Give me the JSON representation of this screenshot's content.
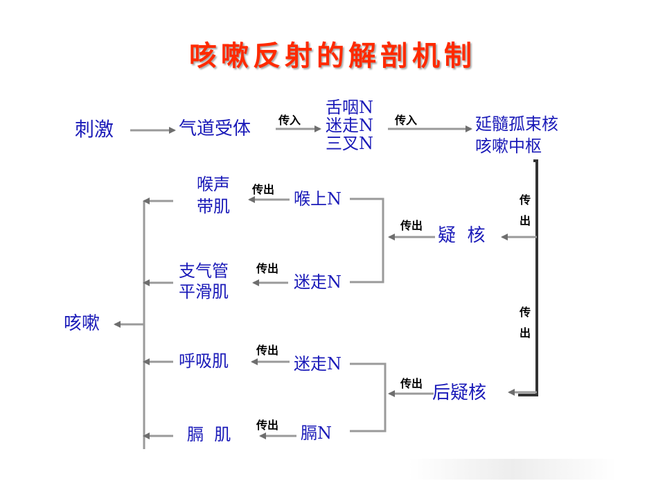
{
  "title": "咳嗽反射的解剖机制",
  "colors": {
    "title": "#ff2a00",
    "node": "#1a1ab8",
    "arrow": "#a0a0a0"
  },
  "nodes": {
    "stimulus": "刺激",
    "airway_receptor": "气道受体",
    "afferent_nerves": "舌咽N\n迷走N\n三叉N",
    "center": "延髓孤束核\n咳嗽中枢",
    "nucleus_ambiguus": "疑  核",
    "retro_ambiguus": "后疑核",
    "sup_laryngeal_n": "喉上N",
    "vagus_n_1": "迷走N",
    "vagus_n_2": "迷走N",
    "phrenic_n": "膈N",
    "vocal_muscle": "喉声\n带肌",
    "bronchial_smooth_muscle": "支气管\n平滑肌",
    "respiratory_muscle": "呼吸肌",
    "diaphragm": "膈  肌",
    "cough": "咳嗽"
  },
  "labels": {
    "afferent_1": "传入",
    "afferent_2": "传入",
    "efferent_center_1": "传出",
    "efferent_center_2": "传出",
    "efferent_na": "传出",
    "efferent_ra": "传出",
    "efferent_sln": "传出",
    "efferent_vn1": "传出",
    "efferent_vn2": "传出",
    "efferent_pn": "传出"
  }
}
